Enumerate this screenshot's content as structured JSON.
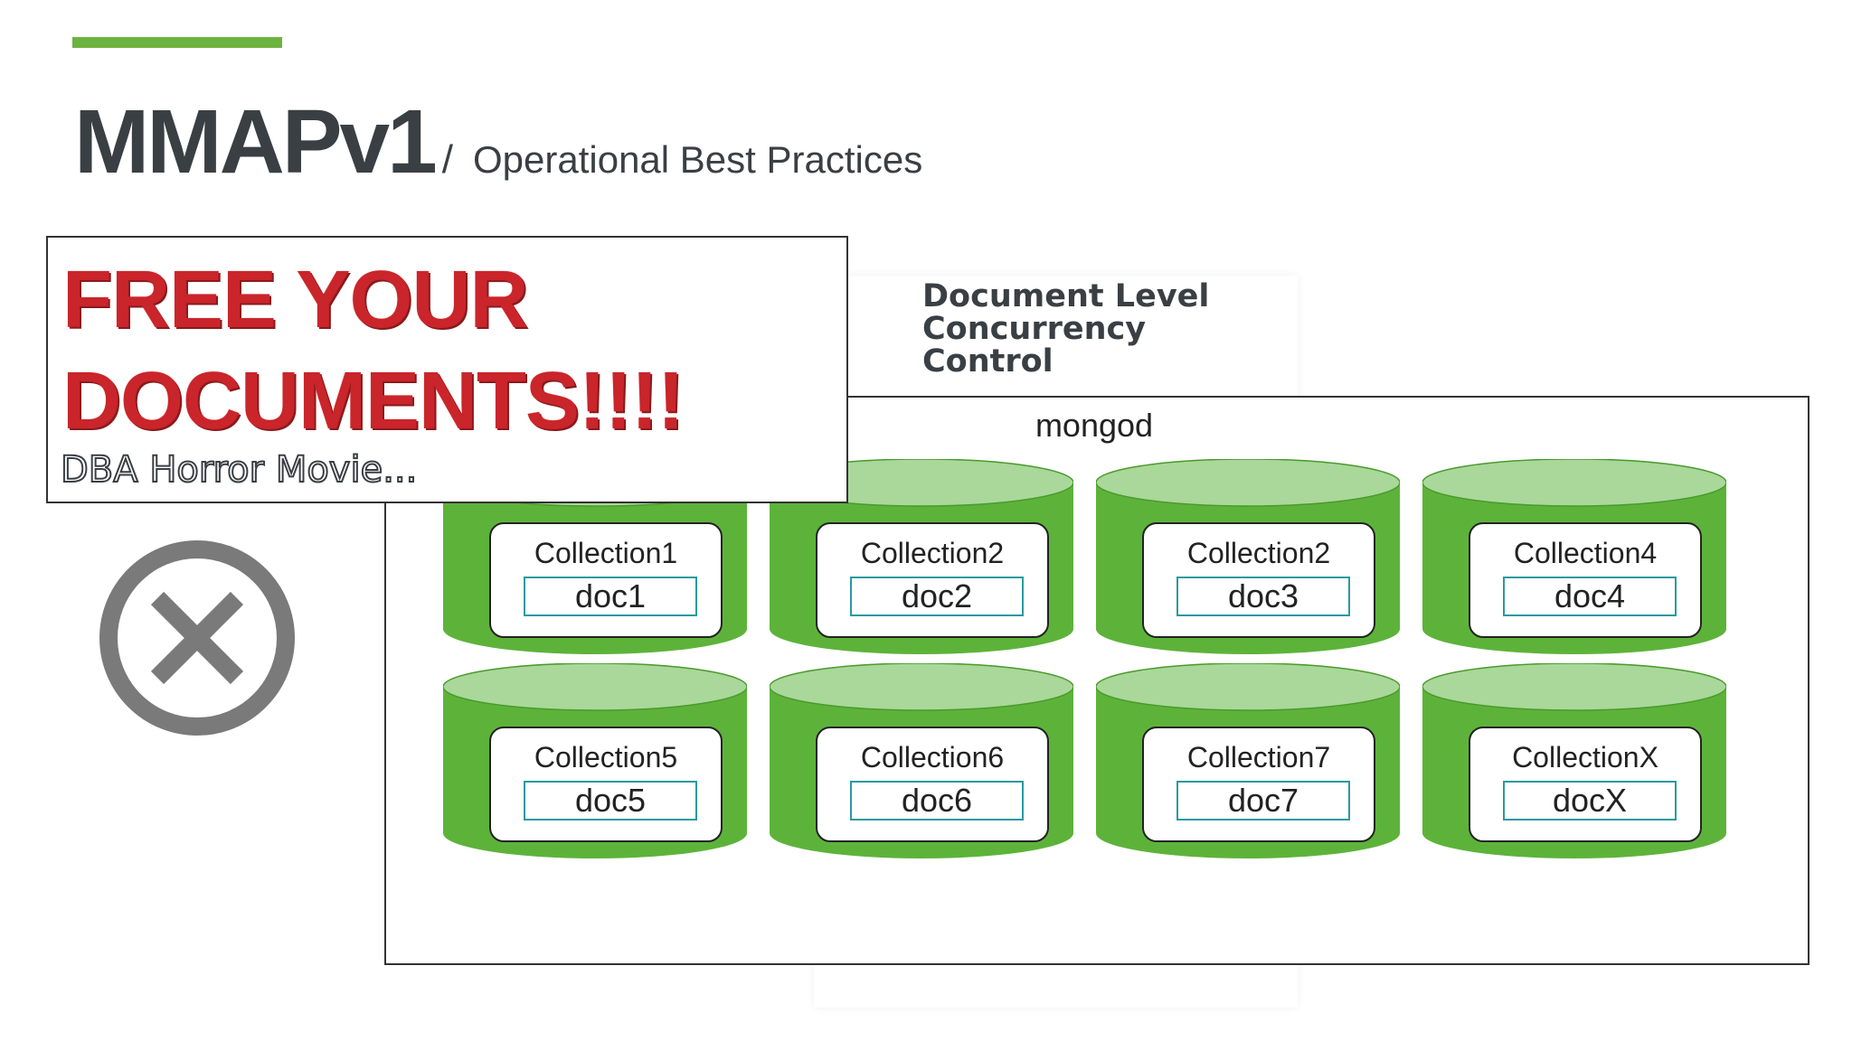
{
  "header": {
    "title": "MMAPv1",
    "slash": "/",
    "subtitle": "Operational Best Practices",
    "accent_color": "#6db33f"
  },
  "diagram": {
    "heading_lines": [
      "Document Level",
      "Concurrency",
      "Control"
    ],
    "container_label": "mongod",
    "collections": [
      {
        "name": "Collection1",
        "doc": "doc1"
      },
      {
        "name": "Collection2",
        "doc": "doc2"
      },
      {
        "name": "Collection2",
        "doc": "doc3"
      },
      {
        "name": "Collection4",
        "doc": "doc4"
      },
      {
        "name": "Collection5",
        "doc": "doc5"
      },
      {
        "name": "Collection6",
        "doc": "doc6"
      },
      {
        "name": "Collection7",
        "doc": "doc7"
      },
      {
        "name": "CollectionX",
        "doc": "docX"
      }
    ],
    "cylinder_color": "#5db33a",
    "cylinder_top_color": "#a9d89a"
  },
  "callout": {
    "line1": "FREE YOUR",
    "line2": "DOCUMENTS!!!!",
    "subtitle": "DBA Horror Movie..."
  },
  "icons": {
    "cancel": "close-circle-icon"
  }
}
